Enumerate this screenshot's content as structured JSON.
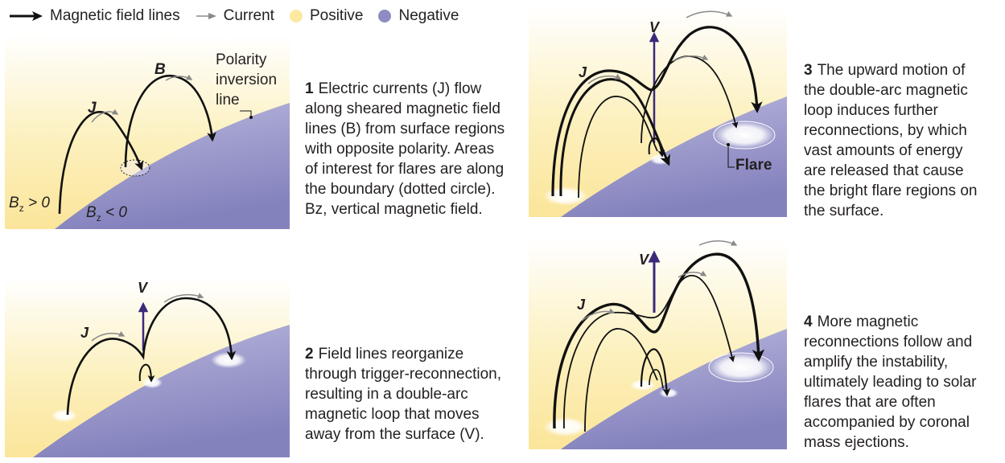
{
  "legend": {
    "field_lines": "Magnetic field lines",
    "current": "Current",
    "positive": "Positive",
    "negative": "Negative"
  },
  "colors": {
    "positive": "#fbe9a0",
    "negative": "#8e8cc2",
    "current_arrow": "#8a8a8a",
    "field_line": "#111111",
    "velocity": "#3b2a7a"
  },
  "panel1": {
    "label_B": "B",
    "label_J": "J",
    "polarity_line1": "Polarity",
    "polarity_line2": "inversion",
    "polarity_line3": "line",
    "bz_left": "B",
    "bz_left_sub": "z",
    "bz_left_rel": " > 0",
    "bz_right": "B",
    "bz_right_sub": "z",
    "bz_right_rel": " < 0"
  },
  "panel2": {
    "label_V": "V",
    "label_J": "J"
  },
  "panel3": {
    "label_V": "V",
    "label_J": "J",
    "label_flare": "Flare"
  },
  "panel4": {
    "label_V": "V",
    "label_J": "J"
  },
  "captions": {
    "c1": {
      "num": "1",
      "lines": [
        "Electric currents (J) flow",
        "along sheared magnetic field",
        "lines (B) from surface regions",
        "with opposite polarity. Areas",
        "of interest for flares are along",
        "the boundary (dotted circle).",
        "Bz, vertical magnetic field."
      ]
    },
    "c2": {
      "num": "2",
      "lines": [
        "Field lines reorganize",
        "through trigger-reconnection,",
        "resulting in a double-arc",
        "magnetic loop that moves",
        "away from the surface (V)."
      ]
    },
    "c3": {
      "num": "3",
      "lines": [
        "The upward motion of",
        "the double-arc magnetic",
        "loop induces further",
        "reconnections, by which",
        "vast amounts of energy",
        "are released that cause",
        "the bright flare regions on",
        "the surface."
      ]
    },
    "c4": {
      "num": "4",
      "lines": [
        "More magnetic",
        "reconnections follow and",
        "amplify the instability,",
        "ultimately leading to solar",
        "flares that are often",
        "accompanied by coronal",
        "mass ejections."
      ]
    }
  }
}
